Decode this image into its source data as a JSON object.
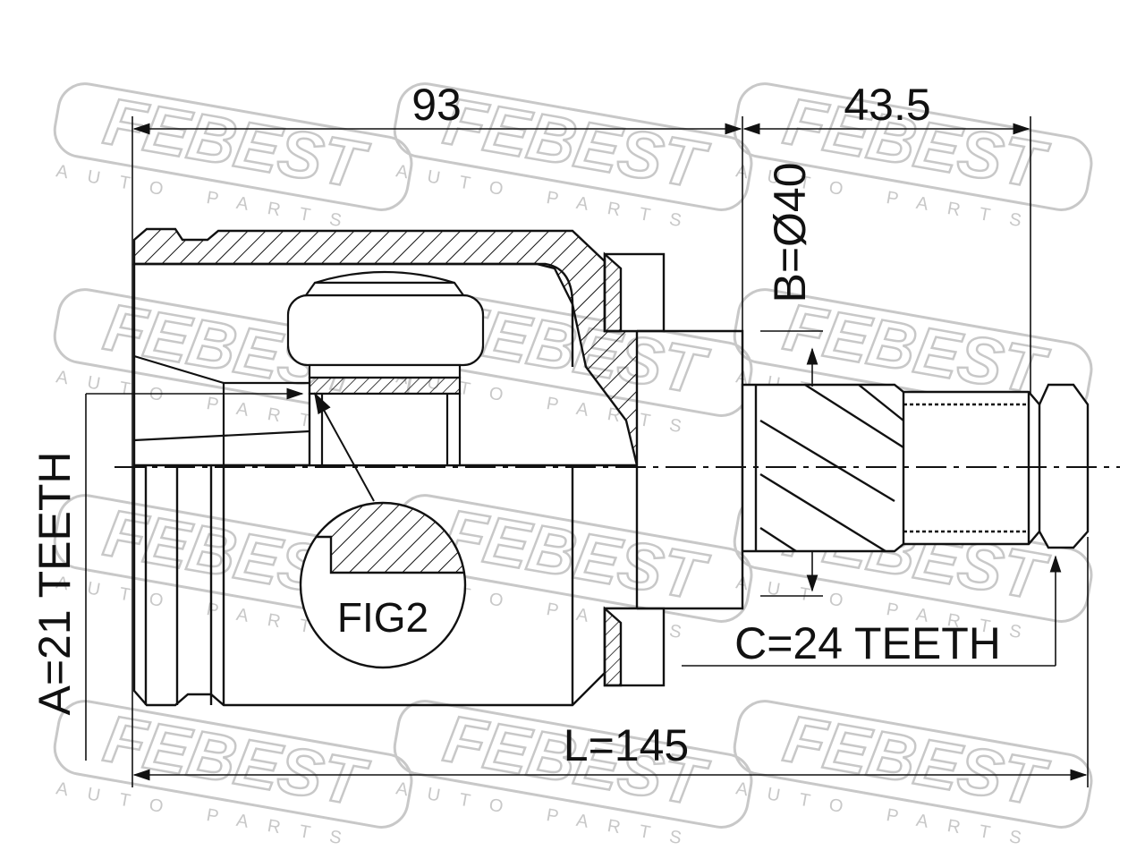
{
  "drawing": {
    "dim_top_left": "93",
    "dim_top_right": "43.5",
    "dim_diameter": "B=Ø40",
    "dim_spline_outer": "C=24 TEETH",
    "dim_spline_inner": "A=21 TEETH",
    "dim_length": "L=145",
    "detail_label": "FIG2"
  },
  "watermark": {
    "brand": "FEBEST",
    "tagline": "AUTO PARTS"
  },
  "colors": {
    "ink": "#111111",
    "watermark": "#c8c8c8",
    "background": "#ffffff"
  }
}
